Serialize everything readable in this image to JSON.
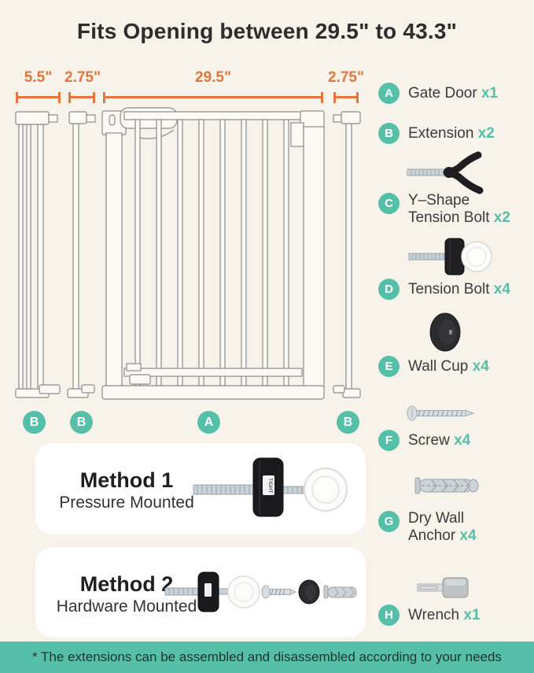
{
  "title": "Fits Opening between 29.5\" to 43.3\"",
  "measurements": [
    {
      "label": "5.5\""
    },
    {
      "label": "2.75\""
    },
    {
      "label": "29.5\""
    },
    {
      "label": "2.75\""
    }
  ],
  "gate_labels": [
    "B",
    "B",
    "A",
    "B"
  ],
  "parts": [
    {
      "letter": "A",
      "name_lines": [
        "Gate Door"
      ],
      "qty": "x1",
      "icon": "none"
    },
    {
      "letter": "B",
      "name_lines": [
        "Extension"
      ],
      "qty": "x2",
      "icon": "none"
    },
    {
      "letter": "C",
      "name_lines": [
        "Y–Shape",
        "Tension Bolt"
      ],
      "qty": "x2",
      "icon": "y-shape-tension-bolt"
    },
    {
      "letter": "D",
      "name_lines": [
        "Tension Bolt"
      ],
      "qty": "x4",
      "icon": "tension-bolt"
    },
    {
      "letter": "E",
      "name_lines": [
        "Wall Cup"
      ],
      "qty": "x4",
      "icon": "wall-cup"
    },
    {
      "letter": "F",
      "name_lines": [
        "Screw"
      ],
      "qty": "x4",
      "icon": "screw"
    },
    {
      "letter": "G",
      "name_lines": [
        "Dry Wall",
        "Anchor"
      ],
      "qty": "x4",
      "icon": "drywall-anchor"
    },
    {
      "letter": "H",
      "name_lines": [
        "Wrench"
      ],
      "qty": "x1",
      "icon": "wrench"
    }
  ],
  "methods": [
    {
      "title": "Method 1",
      "subtitle": "Pressure Mounted",
      "knob_label": "TIGHT"
    },
    {
      "title": "Method 2",
      "subtitle": "Hardware Mounted"
    }
  ],
  "footer": {
    "note": "* The extensions can be assembled and disassembled according to your needs"
  },
  "colors": {
    "background": "#F7F3EB",
    "teal": "#56BFA8",
    "orange": "#E2763C",
    "ink": "#2D2D2D",
    "line_gray": "#8C8C8C"
  }
}
